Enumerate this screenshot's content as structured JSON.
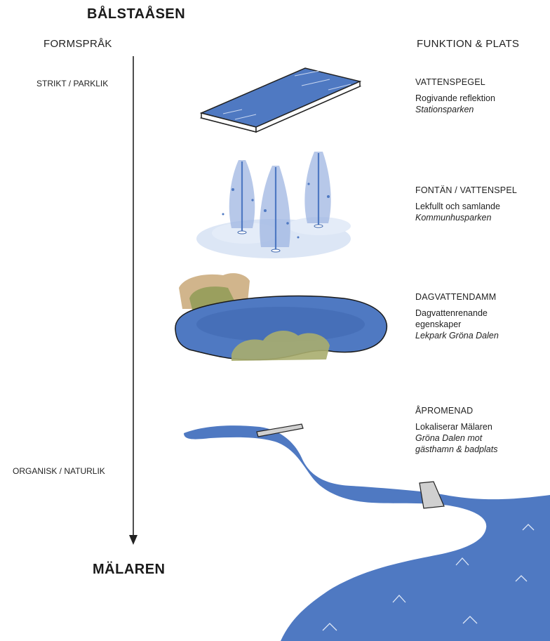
{
  "header": {
    "top_title": "BÅLSTAÅSEN",
    "bottom_title": "MÄLAREN",
    "left_column": "FORMSPRÅK",
    "right_column": "FUNKTION & PLATS"
  },
  "axis": {
    "top_label": "STRIKT / PARKLIK",
    "bottom_label": "ORGANISK / NATURLIK"
  },
  "items": [
    {
      "title": "VATTENSPEGEL",
      "description": "Rogivande reflektion",
      "location": "Stationsparken",
      "icon": "reflecting-pool-illustration"
    },
    {
      "title": "FONTÄN / VATTENSPEL",
      "description": "Lekfullt och samlande",
      "location": "Kommunhusparken",
      "icon": "fountain-illustration"
    },
    {
      "title": "DAGVATTENDAMM",
      "description_lines": [
        "Dagvattenrenande",
        "egenskaper"
      ],
      "location": "Lekpark Gröna Dalen",
      "icon": "stormwater-pond-illustration"
    },
    {
      "title": "ÅPROMENAD",
      "description": "Lokaliserar Mälaren",
      "location_lines": [
        "Gröna Dalen mot",
        "gästhamn & badplats"
      ],
      "icon": "river-promenade-illustration"
    }
  ],
  "colors": {
    "water": "#4f79c2",
    "water_dark": "#3e66ad",
    "reeds_tan": "#c9a878",
    "reeds_green": "#8c9a52"
  }
}
